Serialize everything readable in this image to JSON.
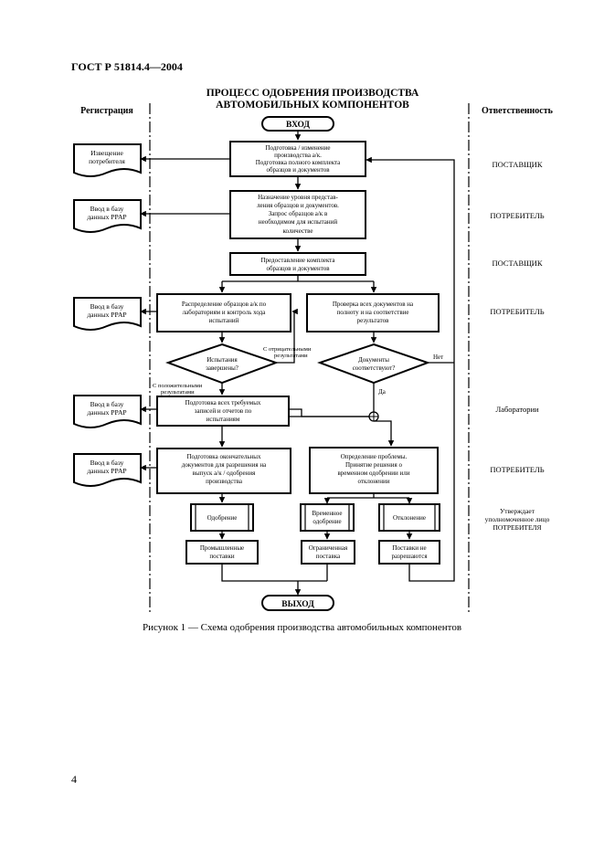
{
  "header": {
    "doc_code": "ГОСТ Р 51814.4—2004"
  },
  "page_number": "4",
  "caption": "Рисунок 1 — Схема одобрения производства автомобильных компонентов",
  "diagram": {
    "title": [
      "ПРОЦЕСС ОДОБРЕНИЯ ПРОИЗВОДСТВА",
      "АВТОМОБИЛЬНЫХ КОМПОНЕНТОВ"
    ],
    "col_left": "Регистрация",
    "col_right": "Ответственность",
    "start": "ВХОД",
    "end": "ВЫХОД",
    "docs": [
      [
        "Извещение",
        "потребителя"
      ],
      [
        "Ввод в базу",
        "данных PPAP"
      ],
      [
        "Ввод в базу",
        "данных PPAP"
      ],
      [
        "Ввод в базу",
        "данных PPAP"
      ],
      [
        "Ввод в базу",
        "данных PPAP"
      ]
    ],
    "boxes": {
      "prep": [
        "Подготовка / изменение",
        "производства а/к.",
        "Подготовка полного комплекта",
        "образцов и документов"
      ],
      "level": [
        "Назначение уровня представ-",
        "ления образцов и документов.",
        "Запрос образцов а/к в",
        "необходимом для испытаний",
        "количестве"
      ],
      "provide": [
        "Предоставление комплекта",
        "образцов и документов"
      ],
      "distribute": [
        "Распределение образцов а/к по",
        "лабораториям и контроль хода",
        "испытаний"
      ],
      "check": [
        "Проверка всех документов на",
        "полноту и на соответствие",
        "результатов"
      ],
      "records": [
        "Подготовка всех требуемых",
        "записей и отчетов по",
        "испытаниям"
      ],
      "final": [
        "Подготовка окончательных",
        "документов для разрешения на",
        "выпуск а/к / одобрения",
        "производства"
      ],
      "problem": [
        "Определение проблемы.",
        "Принятие решения о",
        "временном одобрении или",
        "отклонении"
      ],
      "approve": [
        "Одобрение"
      ],
      "temp": [
        "Временное",
        "одобрение"
      ],
      "reject": [
        "Отклонение"
      ],
      "mass": [
        "Промышленные",
        "поставки"
      ],
      "limited": [
        "Ограниченная",
        "поставка"
      ],
      "nopay": [
        "Поставки не",
        "разрешаются"
      ]
    },
    "decisions": {
      "tests": [
        "Испытания",
        "завершены?"
      ],
      "docs": [
        "Документы",
        "соответствуют?"
      ]
    },
    "labels": {
      "neg": [
        "С отрицательными",
        "результатами"
      ],
      "pos": [
        "С положительными",
        "результатами"
      ],
      "no": "Нет",
      "yes": "Да"
    },
    "resp": [
      [
        "ПОСТАВЩИК"
      ],
      [
        "ПОТРЕБИТЕЛЬ"
      ],
      [
        "ПОСТАВЩИК"
      ],
      [
        "ПОТРЕБИТЕЛЬ"
      ],
      [
        "Лаборатории"
      ],
      [
        "ПОТРЕБИТЕЛЬ"
      ],
      [
        "Утверждает",
        "уполномоченное лицо",
        "ПОТРЕБИТЕЛЯ"
      ]
    ]
  }
}
